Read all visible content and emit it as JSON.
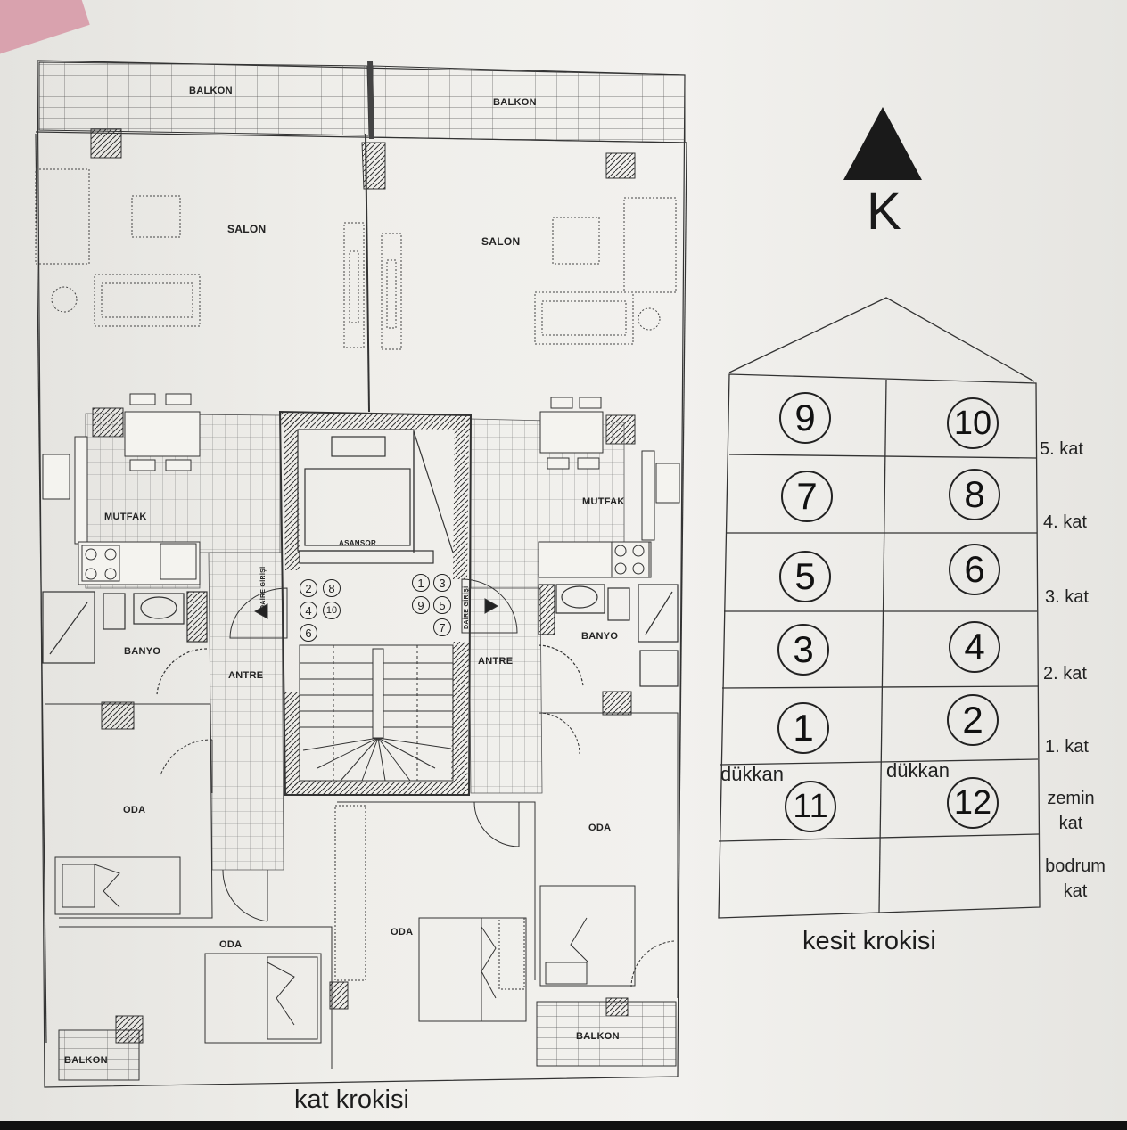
{
  "plan": {
    "rooms": {
      "balcony_top_left": "BALKON",
      "balcony_top_right": "BALKON",
      "living_left": "SALON",
      "living_right": "SALON",
      "kitchen_left": "MUTFAK",
      "kitchen_right": "MUTFAK",
      "elevator": "ASANSOR",
      "bath_left": "BANYO",
      "bath_right": "BANYO",
      "hall_left": "ANTRE",
      "hall_right": "ANTRE",
      "room_left": "ODA",
      "room_bottom_left": "ODA",
      "room_center": "ODA",
      "room_right": "ODA",
      "balcony_bottom_left": "BALKON",
      "balcony_bottom_right": "BALKON"
    },
    "door_units_left": [
      "2",
      "8",
      "4",
      "10",
      "6"
    ],
    "door_units_right": [
      "1",
      "3",
      "9",
      "5",
      "7"
    ],
    "entrance_left": "DAİRE GİRİŞİ",
    "entrance_right": "DAİRE GİRİŞİ",
    "caption": "kat krokisi"
  },
  "north": {
    "label": "K"
  },
  "section": {
    "caption": "kesit krokisi",
    "rows": [
      {
        "floor": "5. kat",
        "left": "9",
        "right": "10"
      },
      {
        "floor": "4. kat",
        "left": "7",
        "right": "8"
      },
      {
        "floor": "3. kat",
        "left": "5",
        "right": "6"
      },
      {
        "floor": "2. kat",
        "left": "3",
        "right": "4"
      },
      {
        "floor": "1. kat",
        "left": "1",
        "right": "2"
      }
    ],
    "ground": {
      "floor_line1": "zemin",
      "floor_line2": "kat",
      "shop_left": "dükkan",
      "shop_right": "dükkan",
      "left": "11",
      "right": "12"
    },
    "basement": {
      "floor_line1": "bodrum",
      "floor_line2": "kat"
    }
  }
}
